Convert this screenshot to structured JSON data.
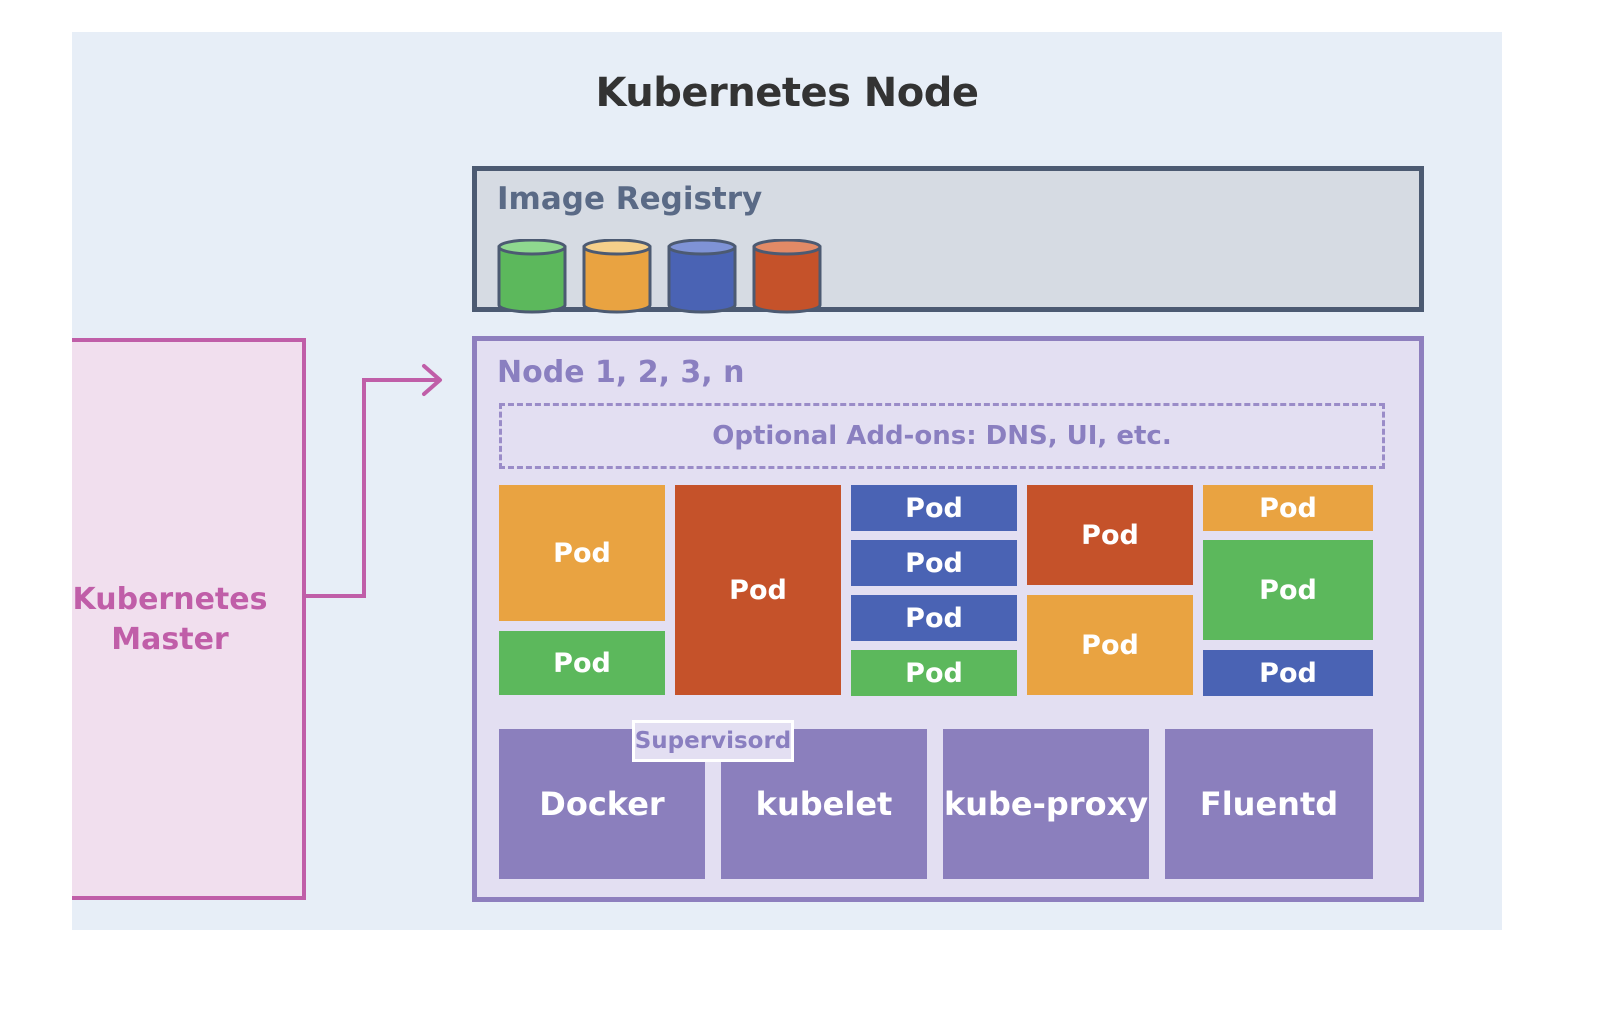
{
  "title": "Kubernetes Node",
  "master": {
    "label_line1": "Kubernetes",
    "label_line2": "Master"
  },
  "registry": {
    "label": "Image Registry",
    "images": [
      {
        "name": "image-green",
        "color": "#5cb85c"
      },
      {
        "name": "image-orange",
        "color": "#e9a341"
      },
      {
        "name": "image-blue",
        "color": "#4a63b4"
      },
      {
        "name": "image-red",
        "color": "#c5522a"
      }
    ]
  },
  "node": {
    "label": "Node 1, 2, 3, n",
    "addons_label": "Optional Add-ons: DNS, UI, etc.",
    "pod_label": "Pod",
    "services": {
      "supervisord": "Supervisord",
      "docker": "Docker",
      "kubelet": "kubelet",
      "kube_proxy": "kube-proxy",
      "fluentd": "Fluentd"
    }
  },
  "colors": {
    "orange": "#e9a341",
    "red": "#c5522a",
    "blue": "#4a63b4",
    "green": "#5cb85c",
    "service": "#8b7fbd",
    "master": "#c05ea8"
  }
}
